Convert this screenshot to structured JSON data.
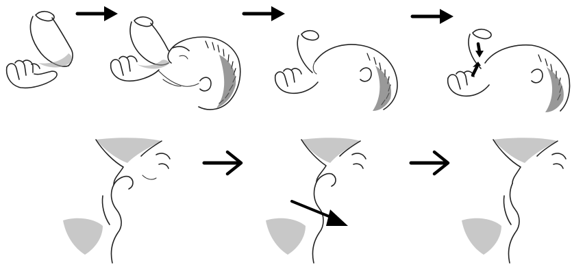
{
  "figure": {
    "top_row_panels": 4,
    "bottom_row_panels": 3,
    "top_row_arrows": 3,
    "bottom_row_arrows": 2,
    "colors": {
      "ink": "#222222",
      "shading": "#9a9a9a",
      "background": "#ffffff"
    }
  }
}
